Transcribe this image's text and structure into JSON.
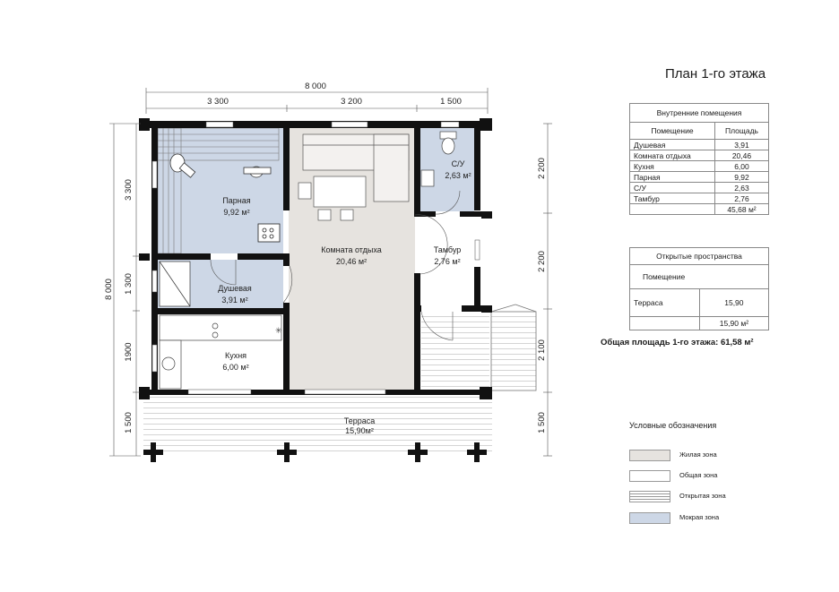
{
  "title": "План 1-го этажа",
  "dimensions": {
    "top_total": "8 000",
    "top_parts": [
      "3 300",
      "3 200",
      "1 500"
    ],
    "left_total": "8 000",
    "left_parts": [
      "3 300",
      "1 300",
      "1900",
      "1 500"
    ],
    "right_parts": [
      "2 200",
      "2 200",
      "2 100",
      "1 500"
    ]
  },
  "rooms": {
    "parnaya": {
      "name": "Парная",
      "area": "9,92 м²"
    },
    "dush": {
      "name": "Душевая",
      "area": "3,91 м²"
    },
    "kuhnya": {
      "name": "Кухня",
      "area": "6,00 м²"
    },
    "komnata": {
      "name": "Комната отдыха",
      "area": "20,46 м²"
    },
    "su": {
      "name": "С/У",
      "area": "2,63 м²"
    },
    "tambur": {
      "name": "Тамбур",
      "area": "2,76 м²"
    },
    "terrasa": {
      "name": "Терраса",
      "area": "15,90м²"
    }
  },
  "inner_table": {
    "caption": "Внутренние помещения",
    "col1": "Помещение",
    "col2": "Площадь",
    "rows": [
      {
        "name": "Душевая",
        "area": "3,91"
      },
      {
        "name": "Комната отдыха",
        "area": "20,46"
      },
      {
        "name": "Кухня",
        "area": "6,00"
      },
      {
        "name": "Парная",
        "area": "9,92"
      },
      {
        "name": "С/У",
        "area": "2,63"
      },
      {
        "name": "Тамбур",
        "area": "2,76"
      }
    ],
    "total": "45,68 м²"
  },
  "open_table": {
    "caption": "Открытые пространства",
    "col1": "Помещение",
    "row_name": "Терраса",
    "row_area": "15,90",
    "total": "15,90 м²"
  },
  "total_area": "Общая площадь 1-го этажа:  61,58 м²",
  "legend": {
    "title": "Условные обозначения",
    "items": [
      {
        "label": "Жилая зона",
        "color": "#e6e3df"
      },
      {
        "label": "Общая зона",
        "color": "#ffffff"
      },
      {
        "label": "Открытая зона",
        "color": "striped"
      },
      {
        "label": "Мокрая зона",
        "color": "#cdd7e6"
      }
    ]
  },
  "colors": {
    "living": "#e6e3df",
    "wet": "#cdd7e6",
    "wall": "#111111",
    "line": "#555555"
  }
}
